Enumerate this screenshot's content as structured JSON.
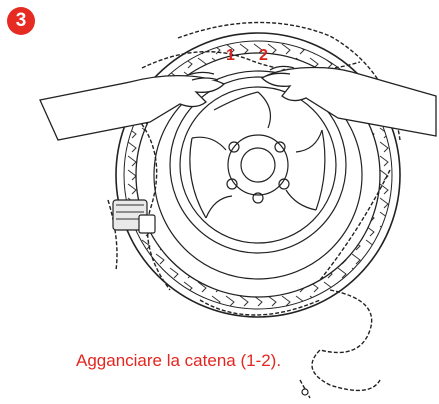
{
  "step": {
    "number": "3"
  },
  "hooks": {
    "one": "1",
    "two": "2"
  },
  "caption": {
    "text": "Agganciare la catena (1-2)."
  },
  "colors": {
    "accent": "#e52b22",
    "line": "#222222"
  },
  "icons": [
    "tire-illustration-icon",
    "wheel-rim-icon",
    "snow-chain-icon",
    "hand-icon",
    "tensioner-icon"
  ]
}
